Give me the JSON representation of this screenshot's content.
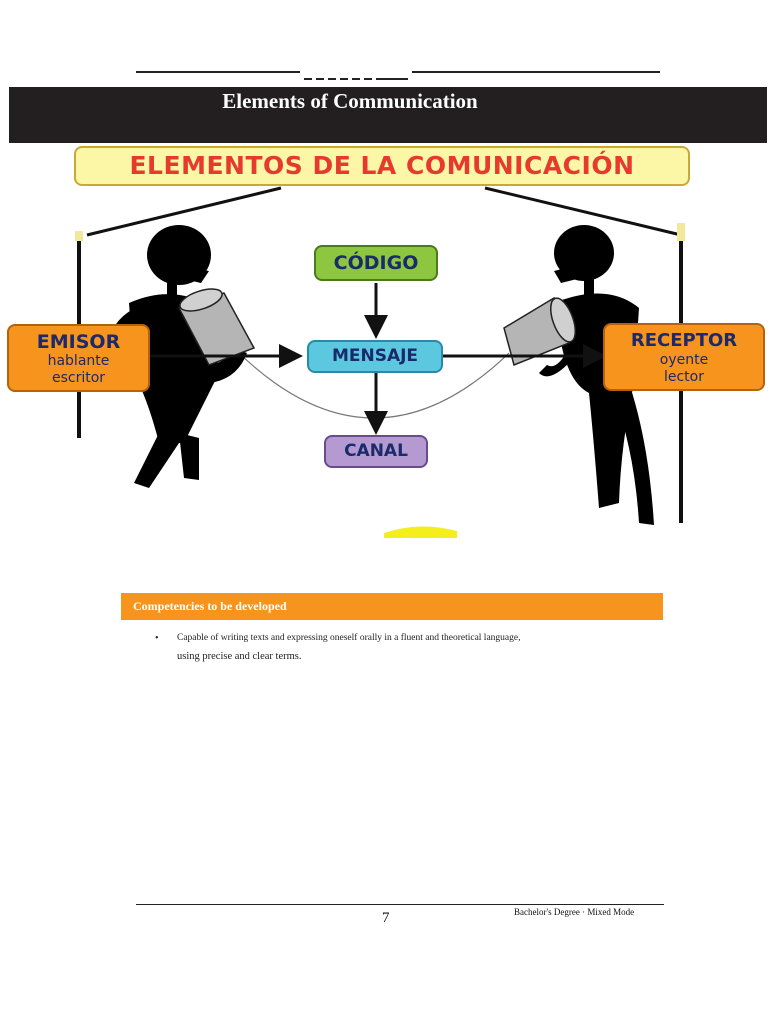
{
  "header": {
    "title": "Elements of Communication"
  },
  "diagram": {
    "banner": "ELEMENTOS DE LA COMUNICACIÓN",
    "codigo": "CÓDIGO",
    "mensaje": "MENSAJE",
    "canal": "CANAL",
    "emisor": {
      "title": "EMISOR",
      "line1": "hablante",
      "line2": "escritor"
    },
    "receptor": {
      "title": "RECEPTOR",
      "line1": "oyente",
      "line2": "lector"
    },
    "colors": {
      "banner_bg": "#fbf7a6",
      "banner_text": "#e63a2e",
      "green": "#8dc63f",
      "cyan": "#5bc8e0",
      "purple": "#b49ad0",
      "orange": "#f7941d",
      "navy": "#1b2a6b"
    }
  },
  "competencies": {
    "title": "Competencies to be developed",
    "bullet": "•",
    "line1": "Capable of writing texts and expressing oneself orally in a fluent and theoretical language,",
    "line2": "using precise and clear terms."
  },
  "footer": {
    "page": "7",
    "degree": "Bachelor's Degree · Mixed Mode"
  }
}
